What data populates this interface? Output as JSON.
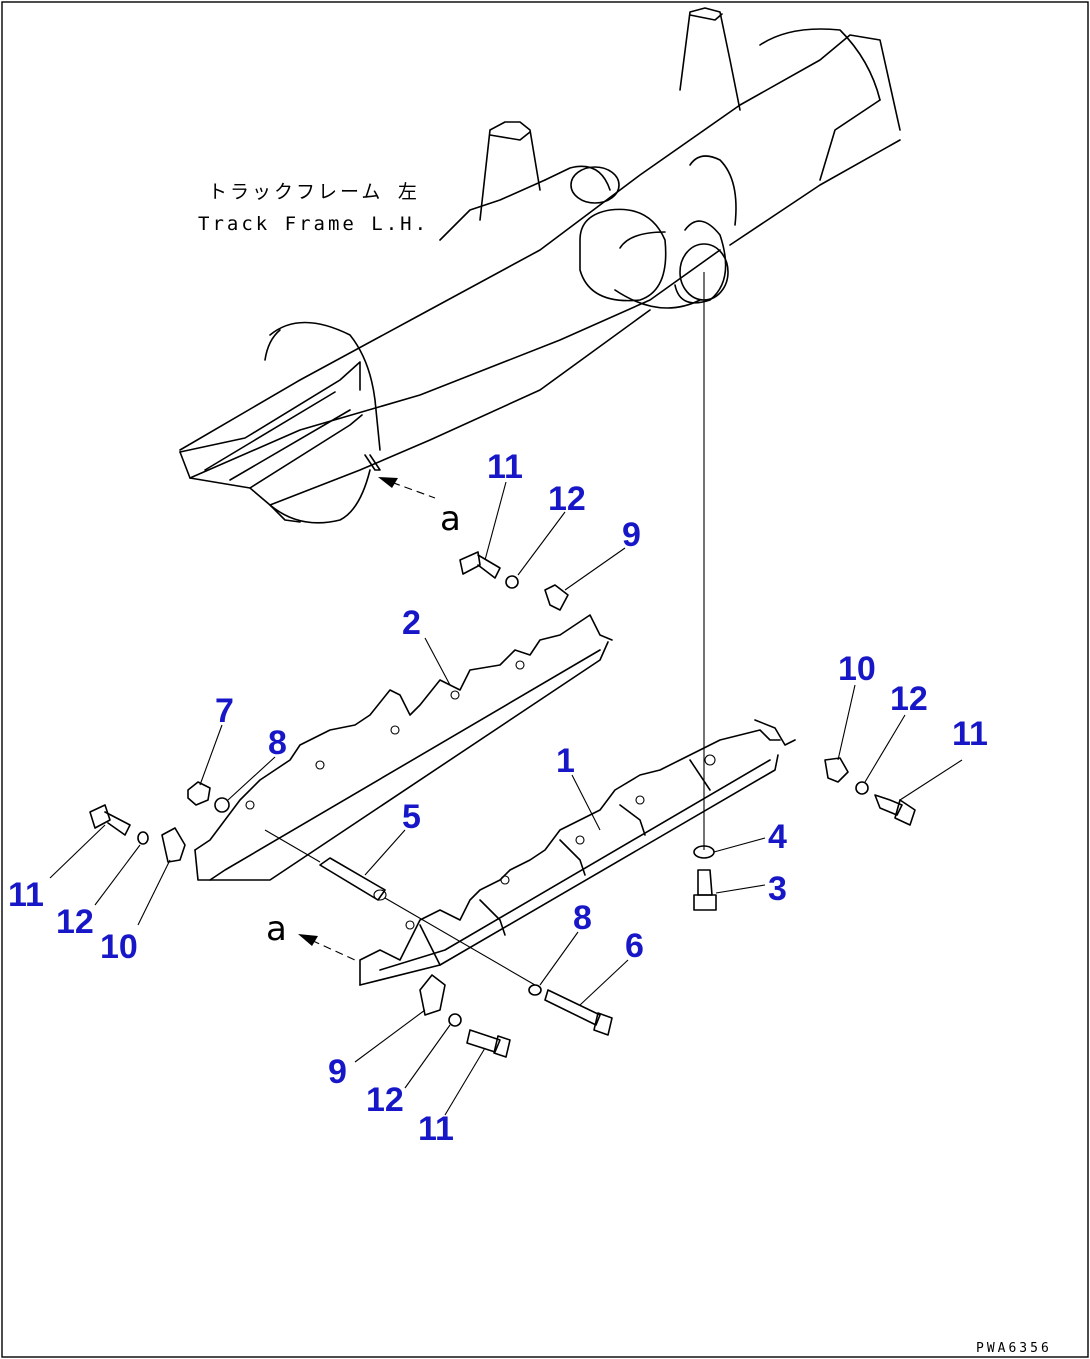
{
  "frame_label": {
    "jp": "トラックフレーム 左",
    "en": "Track Frame L.H."
  },
  "view_marker": "a",
  "drawing_code": "PWA6356",
  "callouts": [
    "11",
    "12",
    "9",
    "2",
    "7",
    "8",
    "11",
    "12",
    "10",
    "5",
    "1",
    "10",
    "12",
    "11",
    "4",
    "3",
    "8",
    "6",
    "9",
    "12",
    "11"
  ]
}
